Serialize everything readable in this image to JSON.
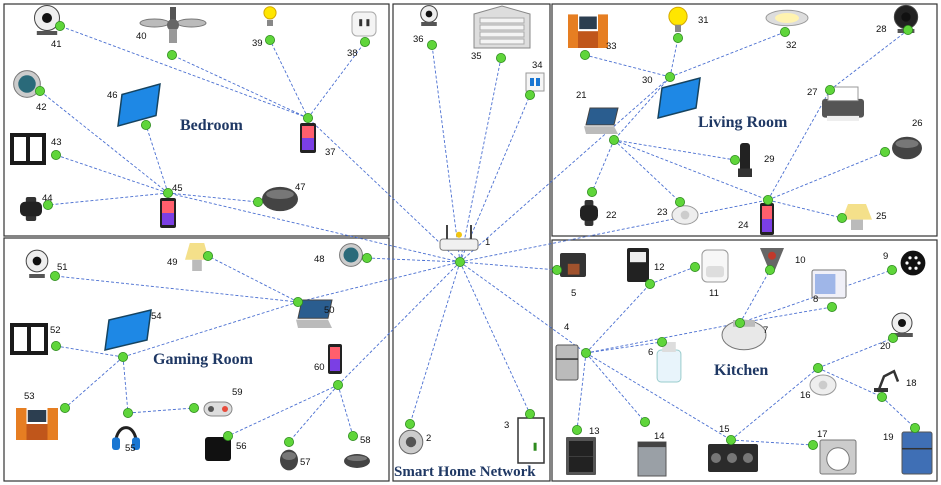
{
  "network_title": "Smart Home Network",
  "rooms": {
    "bedroom": "Bedroom",
    "living_room": "Living Room",
    "gaming_room": "Gaming Room",
    "kitchen": "Kitchen"
  },
  "devices": [
    {
      "id": "1",
      "icon": "wifi-router-icon"
    },
    {
      "id": "2",
      "icon": "smart-doorbell-icon"
    },
    {
      "id": "3",
      "icon": "smart-door-icon"
    },
    {
      "id": "4",
      "icon": "refrigerator-icon"
    },
    {
      "id": "5",
      "icon": "coffee-maker-icon"
    },
    {
      "id": "6",
      "icon": "humidifier-icon"
    },
    {
      "id": "7",
      "icon": "smart-cooker-icon"
    },
    {
      "id": "8",
      "icon": "microwave-icon"
    },
    {
      "id": "9",
      "icon": "smart-hub-icon"
    },
    {
      "id": "10",
      "icon": "fire-sprinkler-icon"
    },
    {
      "id": "11",
      "icon": "air-fryer-icon"
    },
    {
      "id": "12",
      "icon": "espresso-machine-icon"
    },
    {
      "id": "13",
      "icon": "wall-oven-icon"
    },
    {
      "id": "14",
      "icon": "dishwasher-icon"
    },
    {
      "id": "15",
      "icon": "gas-stove-icon"
    },
    {
      "id": "16",
      "icon": "smoke-sensor-icon"
    },
    {
      "id": "17",
      "icon": "washing-machine-icon"
    },
    {
      "id": "18",
      "icon": "robot-arm-icon"
    },
    {
      "id": "19",
      "icon": "fridge-icon"
    },
    {
      "id": "20",
      "icon": "security-camera-icon"
    },
    {
      "id": "21",
      "icon": "laptop-icon"
    },
    {
      "id": "22",
      "icon": "smartwatch-icon"
    },
    {
      "id": "23",
      "icon": "smoke-detector-icon"
    },
    {
      "id": "24",
      "icon": "smartphone-icon"
    },
    {
      "id": "25",
      "icon": "smart-lamp-icon"
    },
    {
      "id": "26",
      "icon": "smart-speaker-icon"
    },
    {
      "id": "27",
      "icon": "printer-icon"
    },
    {
      "id": "28",
      "icon": "dome-camera-icon"
    },
    {
      "id": "29",
      "icon": "cordless-phone-icon"
    },
    {
      "id": "30",
      "icon": "tv-icon"
    },
    {
      "id": "31",
      "icon": "light-bulb-icon"
    },
    {
      "id": "32",
      "icon": "ceiling-light-icon"
    },
    {
      "id": "33",
      "icon": "entertainment-center-icon"
    },
    {
      "id": "34",
      "icon": "smart-switch-icon"
    },
    {
      "id": "35",
      "icon": "garage-door-icon"
    },
    {
      "id": "36",
      "icon": "outdoor-camera-icon"
    },
    {
      "id": "37",
      "icon": "smartphone-icon"
    },
    {
      "id": "38",
      "icon": "smart-plug-icon"
    },
    {
      "id": "39",
      "icon": "light-bulb-icon"
    },
    {
      "id": "40",
      "icon": "ceiling-fan-icon"
    },
    {
      "id": "41",
      "icon": "security-camera-icon"
    },
    {
      "id": "42",
      "icon": "thermostat-icon"
    },
    {
      "id": "43",
      "icon": "smart-window-icon"
    },
    {
      "id": "44",
      "icon": "smartwatch-icon"
    },
    {
      "id": "45",
      "icon": "smartphone-icon"
    },
    {
      "id": "46",
      "icon": "tv-icon"
    },
    {
      "id": "47",
      "icon": "smart-speaker-icon"
    },
    {
      "id": "48",
      "icon": "smart-thermostat-icon"
    },
    {
      "id": "49",
      "icon": "smart-lamp-icon"
    },
    {
      "id": "50",
      "icon": "laptop-icon"
    },
    {
      "id": "51",
      "icon": "security-camera-icon"
    },
    {
      "id": "52",
      "icon": "smart-window-icon"
    },
    {
      "id": "53",
      "icon": "entertainment-center-icon"
    },
    {
      "id": "54",
      "icon": "tv-icon"
    },
    {
      "id": "55",
      "icon": "headphones-icon"
    },
    {
      "id": "56",
      "icon": "game-console-icon"
    },
    {
      "id": "57",
      "icon": "smart-speaker-icon"
    },
    {
      "id": "58",
      "icon": "smart-speaker-icon"
    },
    {
      "id": "59",
      "icon": "game-controller-icon"
    },
    {
      "id": "60",
      "icon": "smartphone-icon"
    }
  ],
  "connections": [
    [
      "1",
      "45"
    ],
    [
      "1",
      "37"
    ],
    [
      "1",
      "30"
    ],
    [
      "1",
      "24"
    ],
    [
      "1",
      "50"
    ],
    [
      "1",
      "60"
    ],
    [
      "1",
      "48"
    ],
    [
      "1",
      "36"
    ],
    [
      "1",
      "35"
    ],
    [
      "1",
      "34"
    ],
    [
      "1",
      "2"
    ],
    [
      "1",
      "3"
    ],
    [
      "1",
      "5"
    ],
    [
      "1",
      "4"
    ],
    [
      "45",
      "44"
    ],
    [
      "45",
      "43"
    ],
    [
      "45",
      "42"
    ],
    [
      "45",
      "46"
    ],
    [
      "45",
      "47"
    ],
    [
      "37",
      "41"
    ],
    [
      "37",
      "40"
    ],
    [
      "37",
      "39"
    ],
    [
      "37",
      "38"
    ],
    [
      "30",
      "21"
    ],
    [
      "30",
      "33"
    ],
    [
      "30",
      "31"
    ],
    [
      "30",
      "32"
    ],
    [
      "21",
      "22"
    ],
    [
      "21",
      "23"
    ],
    [
      "21",
      "29"
    ],
    [
      "21",
      "24"
    ],
    [
      "24",
      "25"
    ],
    [
      "24",
      "26"
    ],
    [
      "24",
      "27"
    ],
    [
      "27",
      "28"
    ],
    [
      "50",
      "51"
    ],
    [
      "50",
      "49"
    ],
    [
      "50",
      "54"
    ],
    [
      "54",
      "52"
    ],
    [
      "54",
      "53"
    ],
    [
      "54",
      "55"
    ],
    [
      "55",
      "59"
    ],
    [
      "60",
      "56"
    ],
    [
      "60",
      "57"
    ],
    [
      "60",
      "58"
    ],
    [
      "4",
      "12"
    ],
    [
      "12",
      "11"
    ],
    [
      "4",
      "7"
    ],
    [
      "7",
      "10"
    ],
    [
      "7",
      "8"
    ],
    [
      "7",
      "9"
    ],
    [
      "4",
      "6"
    ],
    [
      "4",
      "13"
    ],
    [
      "4",
      "14"
    ],
    [
      "4",
      "15"
    ],
    [
      "15",
      "17"
    ],
    [
      "15",
      "16"
    ],
    [
      "16",
      "20"
    ],
    [
      "16",
      "18"
    ],
    [
      "18",
      "19"
    ]
  ]
}
